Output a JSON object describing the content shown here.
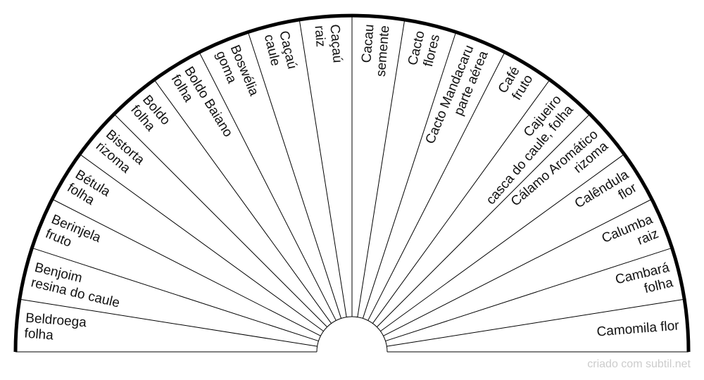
{
  "colors": {
    "ink": "#000000",
    "text": "#111111",
    "credit": "#cccccc",
    "background": "#ffffff"
  },
  "sectors": [
    {
      "lines": [
        "Beldroega",
        "folha"
      ]
    },
    {
      "lines": [
        "Benjoim",
        "resina do caule"
      ]
    },
    {
      "lines": [
        "Berinjela",
        "fruto"
      ]
    },
    {
      "lines": [
        "Bétula",
        "folha"
      ]
    },
    {
      "lines": [
        "Bistorta",
        "rizoma"
      ]
    },
    {
      "lines": [
        "Boldo",
        "folha"
      ]
    },
    {
      "lines": [
        "Boldo Baiano",
        "folha"
      ]
    },
    {
      "lines": [
        "Boswélia",
        "goma"
      ]
    },
    {
      "lines": [
        "Caçaú",
        "caule"
      ]
    },
    {
      "lines": [
        "Caçaú",
        "raiz"
      ]
    },
    {
      "lines": [
        "Cacau",
        "semente"
      ]
    },
    {
      "lines": [
        "Cacto",
        "flores"
      ]
    },
    {
      "lines": [
        "Cacto Mandacaru",
        "parte aérea"
      ]
    },
    {
      "lines": [
        "Café",
        "fruto"
      ]
    },
    {
      "lines": [
        "Cajueiro",
        "casca do caule, folha"
      ]
    },
    {
      "lines": [
        "Cálamo Aromático",
        "rizoma"
      ]
    },
    {
      "lines": [
        "Calêndula",
        "flor"
      ]
    },
    {
      "lines": [
        "Calumba",
        "raiz"
      ]
    },
    {
      "lines": [
        "Cambará",
        "folha"
      ]
    },
    {
      "lines": [
        "Camomila flor"
      ]
    }
  ],
  "credit": "criado com subtil.net"
}
